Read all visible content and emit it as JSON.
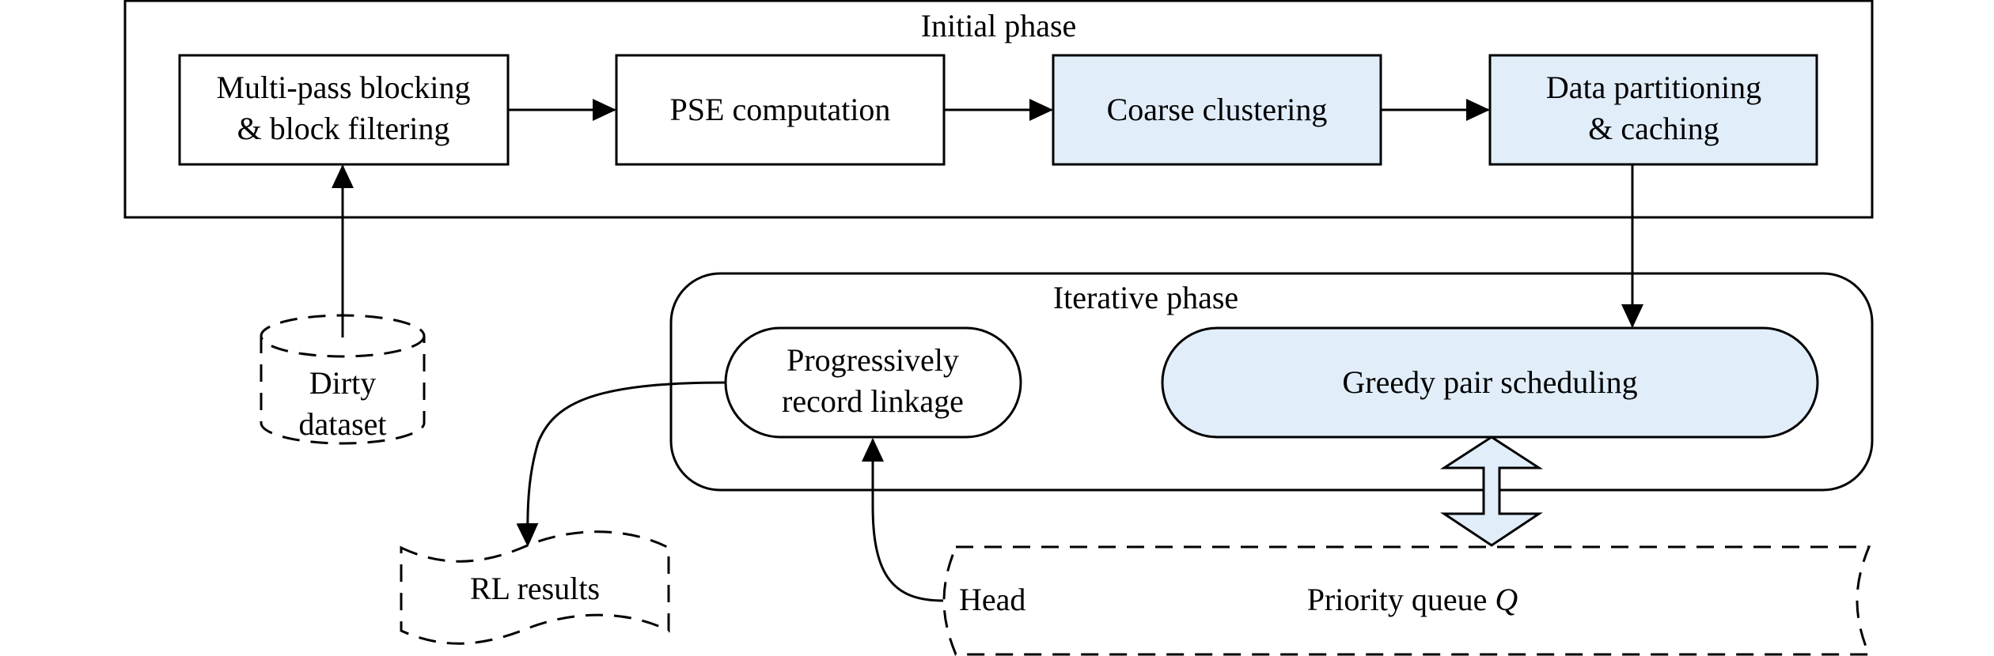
{
  "colors": {
    "highlight_fill": "#e1eefa",
    "plain_fill": "#ffffff",
    "stroke": "#000000"
  },
  "initial_phase": {
    "title": "Initial phase",
    "nodes": [
      {
        "id": "blocking",
        "lines": [
          "Multi-pass blocking",
          "& block filtering"
        ],
        "highlighted": false
      },
      {
        "id": "pse",
        "lines": [
          "PSE computation"
        ],
        "highlighted": false
      },
      {
        "id": "clustering",
        "lines": [
          "Coarse clustering"
        ],
        "highlighted": true
      },
      {
        "id": "partitioning",
        "lines": [
          "Data partitioning",
          "& caching"
        ],
        "highlighted": true
      }
    ]
  },
  "iterative_phase": {
    "title": "Iterative phase",
    "nodes": [
      {
        "id": "progressive",
        "lines": [
          "Progressively",
          "record linkage"
        ],
        "highlighted": false
      },
      {
        "id": "greedy",
        "lines": [
          "Greedy pair scheduling"
        ],
        "highlighted": true
      }
    ]
  },
  "external": {
    "dataset": {
      "lines": [
        "Dirty",
        "dataset"
      ]
    },
    "results": {
      "label": "RL results"
    },
    "queue": {
      "label": "Priority queue ",
      "label_italic": "Q",
      "head_label": "Head"
    }
  },
  "edges": [
    {
      "from": "dataset",
      "to": "blocking"
    },
    {
      "from": "blocking",
      "to": "pse"
    },
    {
      "from": "pse",
      "to": "clustering"
    },
    {
      "from": "clustering",
      "to": "partitioning"
    },
    {
      "from": "partitioning",
      "to": "greedy"
    },
    {
      "from": "greedy",
      "to": "queue",
      "bidirectional": true
    },
    {
      "from": "queue_head",
      "to": "progressive"
    },
    {
      "from": "progressive",
      "to": "results"
    }
  ]
}
